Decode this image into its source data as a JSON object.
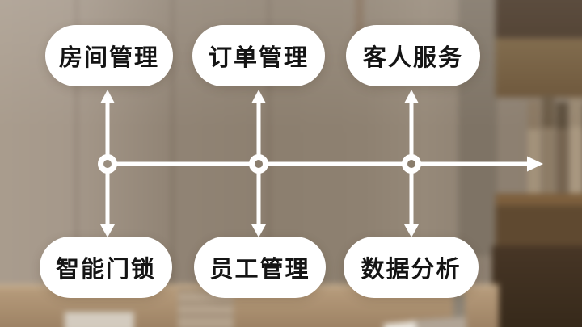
{
  "diagram": {
    "top_row": [
      {
        "label": "房间管理"
      },
      {
        "label": "订单管理"
      },
      {
        "label": "客人服务"
      }
    ],
    "bottom_row": [
      {
        "label": "智能门锁"
      },
      {
        "label": "员工管理"
      },
      {
        "label": "数据分析"
      }
    ],
    "colors": {
      "pill_background": "#ffffff",
      "pill_text": "#141414",
      "connector": "#ffffff"
    }
  },
  "background": {
    "scene": "blurred hotel interior: beige wall, wooden bookshelf with books, desk with keyboard"
  }
}
